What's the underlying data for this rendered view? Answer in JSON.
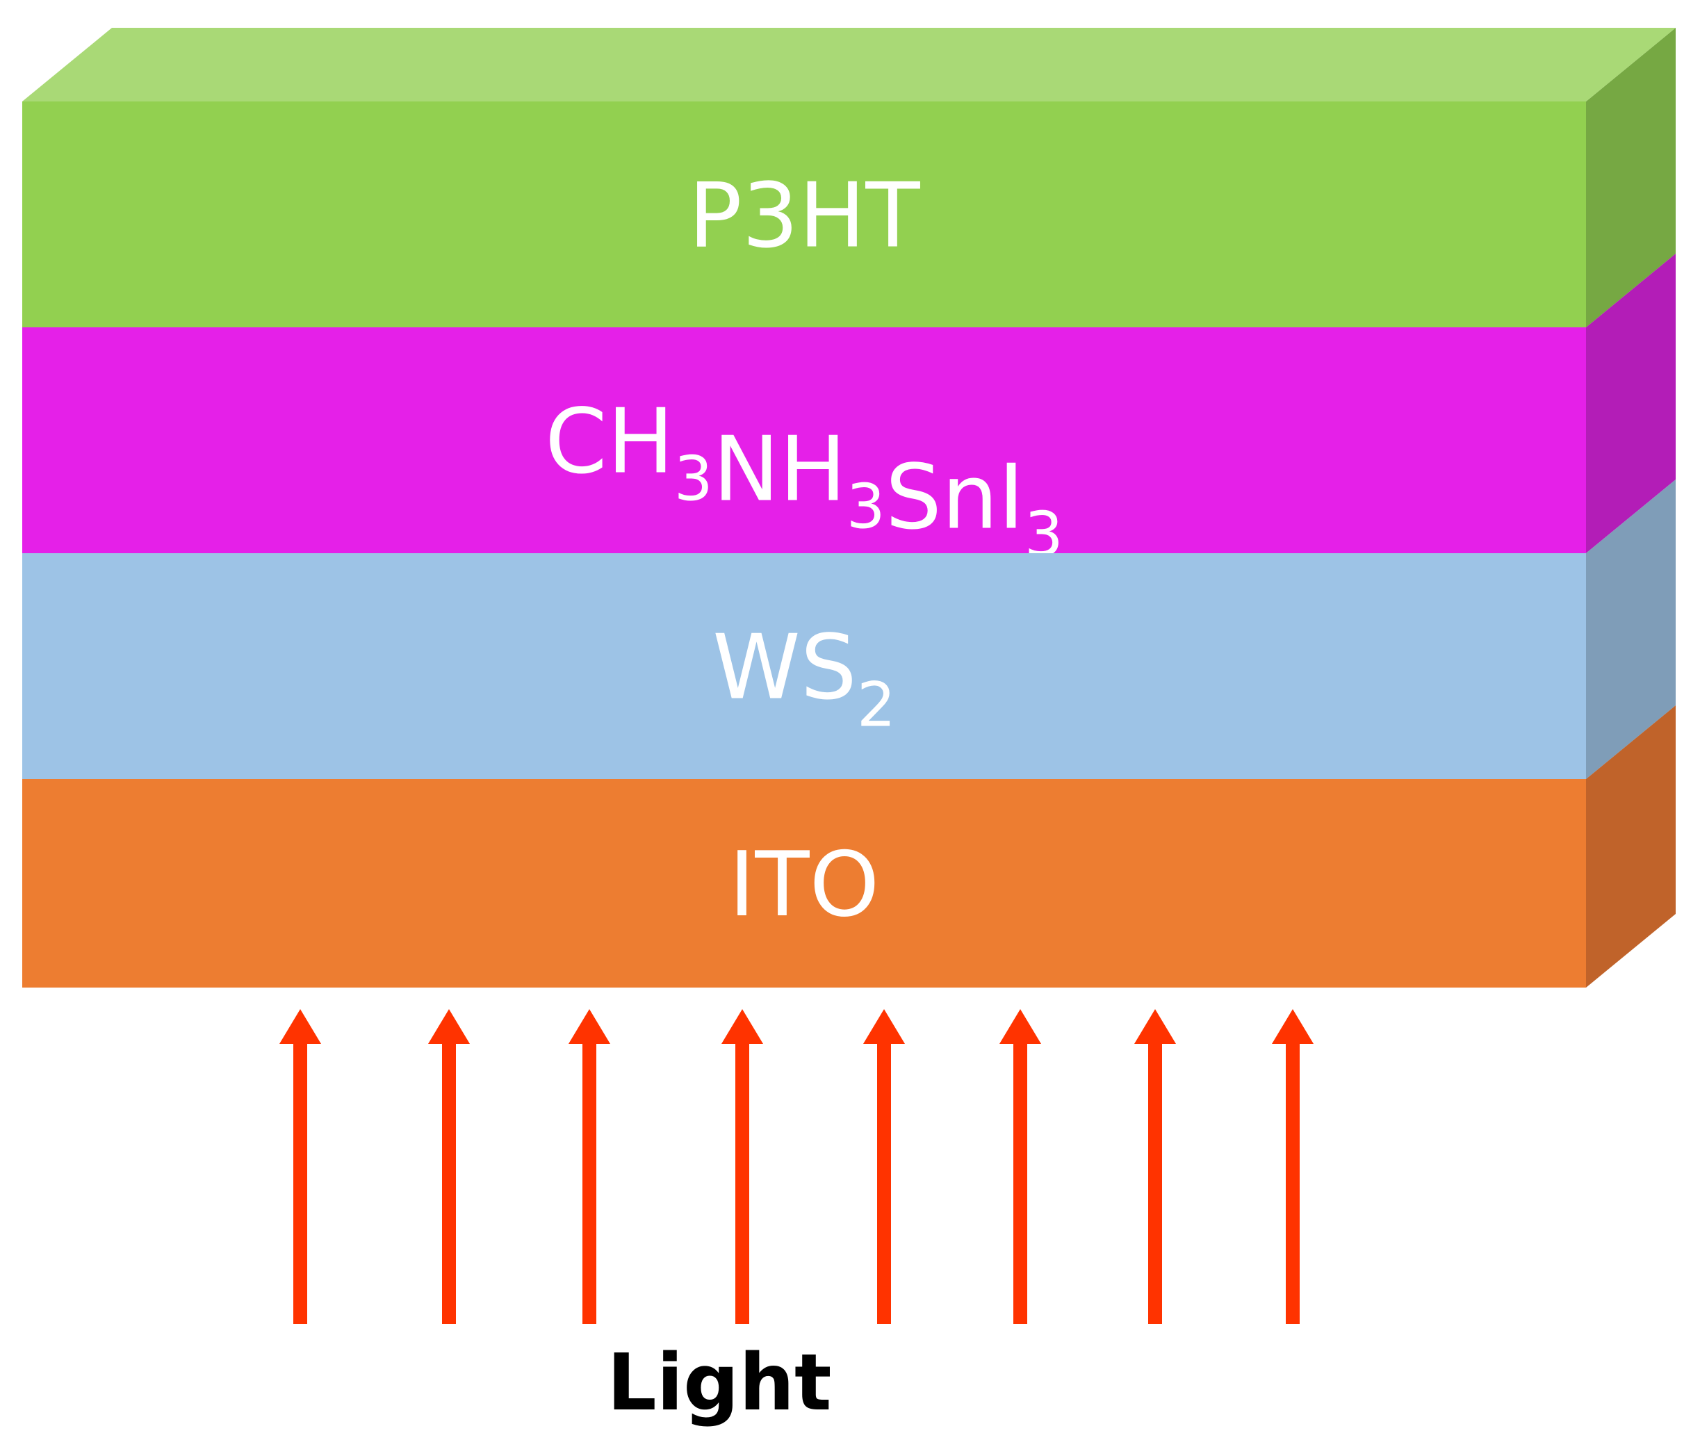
{
  "layers": [
    {
      "id": "p3ht",
      "parts": [
        {
          "text": "P3HT",
          "sub": ""
        }
      ],
      "front": "#92d050",
      "top": "#a9d976",
      "side": "#76a843"
    },
    {
      "id": "perovskite",
      "parts": [
        {
          "text": "CH",
          "sub": "3"
        },
        {
          "text": "NH",
          "sub": "3"
        },
        {
          "text": "SnI",
          "sub": "3"
        }
      ],
      "front": "#e520e8",
      "side": "#b31db7"
    },
    {
      "id": "ws2",
      "parts": [
        {
          "text": "WS",
          "sub": "2"
        }
      ],
      "front": "#9dc3e6",
      "side": "#7f9db8"
    },
    {
      "id": "ito",
      "parts": [
        {
          "text": "ITO",
          "sub": ""
        }
      ],
      "front": "#ed7d31",
      "side": "#c0632a"
    }
  ],
  "light": {
    "label": "Light",
    "arrow_color": "#ff3300",
    "arrow_count": 8
  }
}
